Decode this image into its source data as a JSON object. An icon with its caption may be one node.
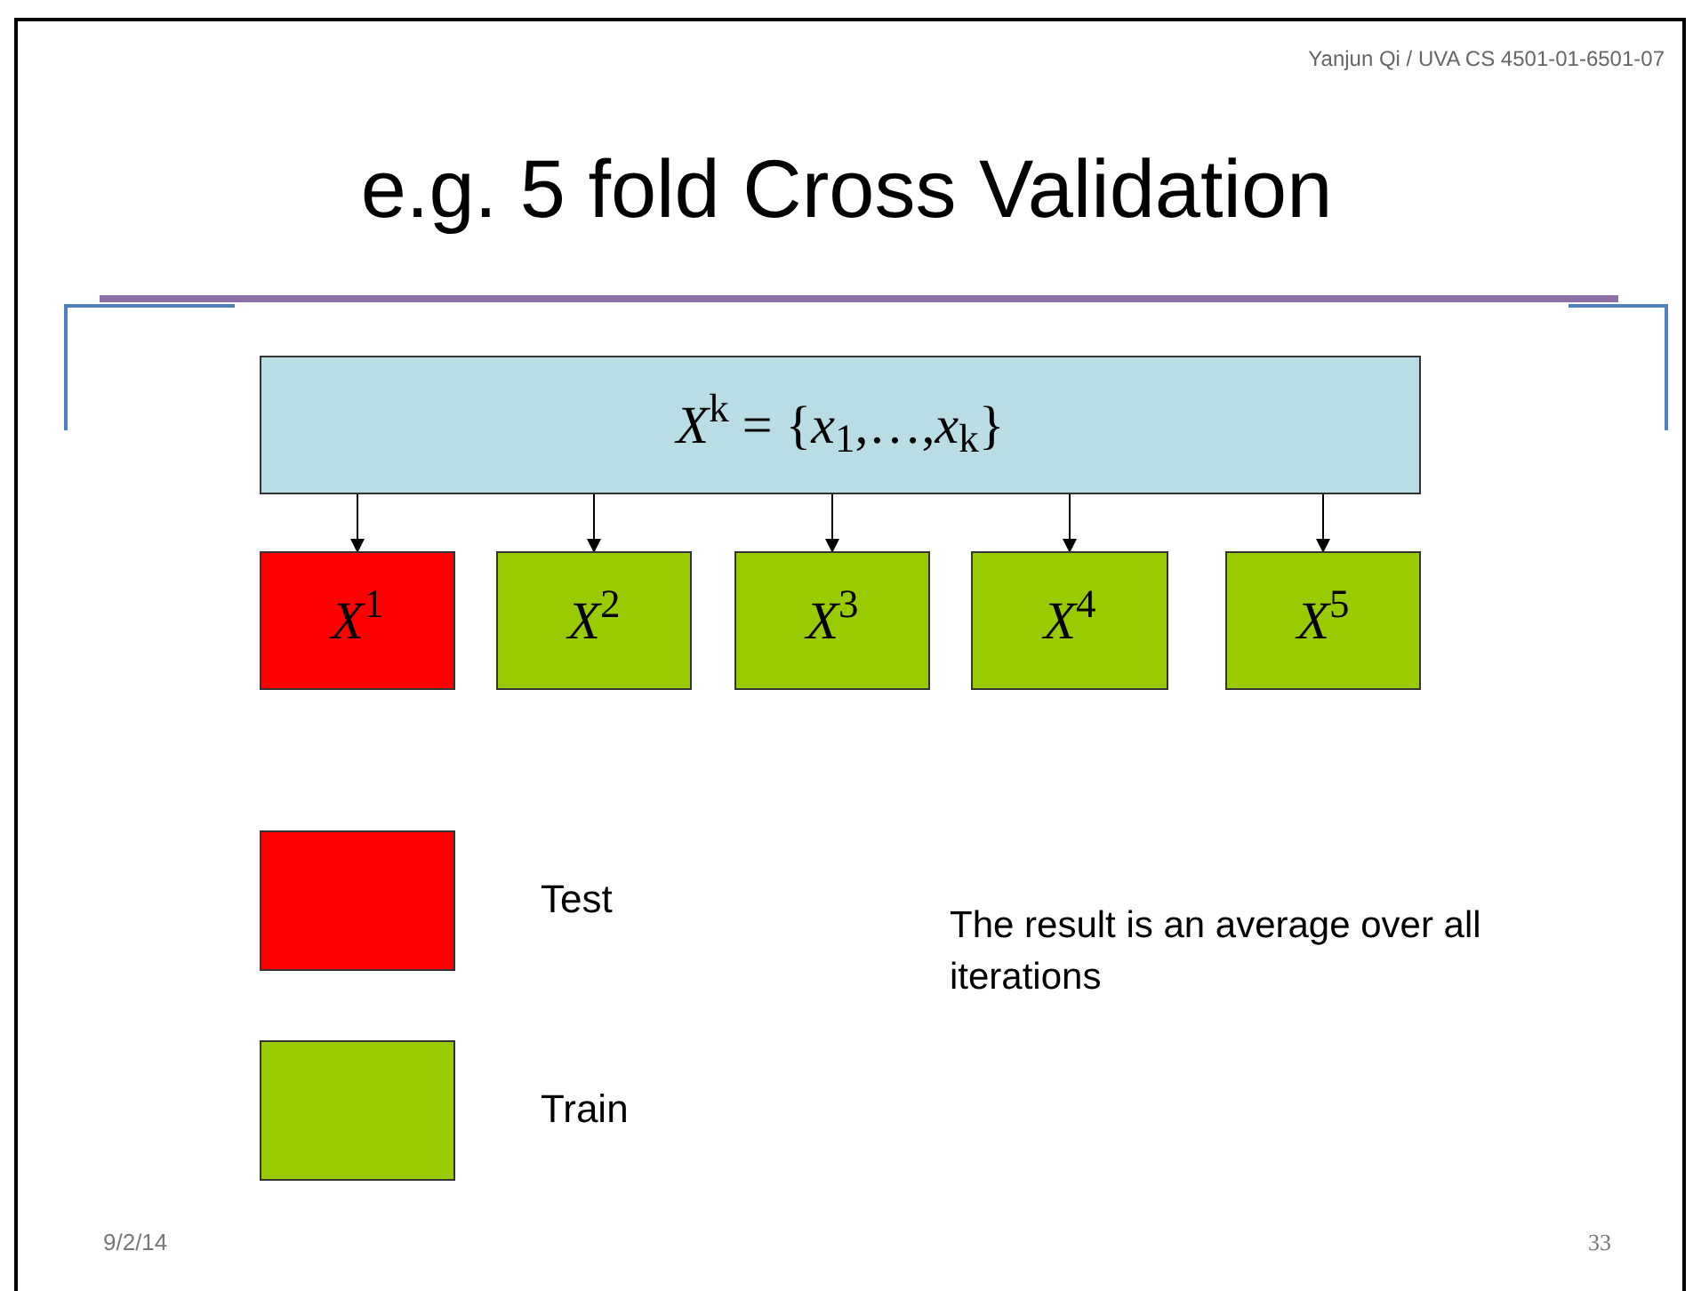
{
  "diagram": {
    "title": "e.g. 5 fold Cross Validation",
    "nodes": [
      {
        "text": [
          "*X*$^{k}$ = {*x*$_{1}$,…,*x*$_{k}$}"
        ]
      },
      {
        "text": [
          "*X*$^{1}$"
        ]
      },
      {
        "text": [
          "*X*$^{2}$"
        ]
      },
      {
        "text": [
          "*X*$^{3}$"
        ]
      },
      {
        "text": [
          "*X*$^{4}$"
        ]
      },
      {
        "text": [
          "*X*$^{5}$"
        ]
      }
    ],
    "edges": [
      {
        "from": 0,
        "to": 1,
        "arrow": "to"
      },
      {
        "from": 0,
        "to": 2,
        "arrow": "to"
      },
      {
        "from": 0,
        "to": 3,
        "arrow": "to"
      },
      {
        "from": 0,
        "to": 4,
        "arrow": "to"
      },
      {
        "from": 0,
        "to": 5,
        "arrow": "to"
      }
    ],
    "labels": [
      "Yanjun Qi / UVA CS 4501-01-6501-07",
      "The result is an average over all iterations",
      "9/2/14",
      "33"
    ],
    "legend": [
      {
        "text": "Test",
        "color": "#ff0000"
      },
      {
        "text": "Train",
        "color": "#99cc00"
      }
    ]
  }
}
